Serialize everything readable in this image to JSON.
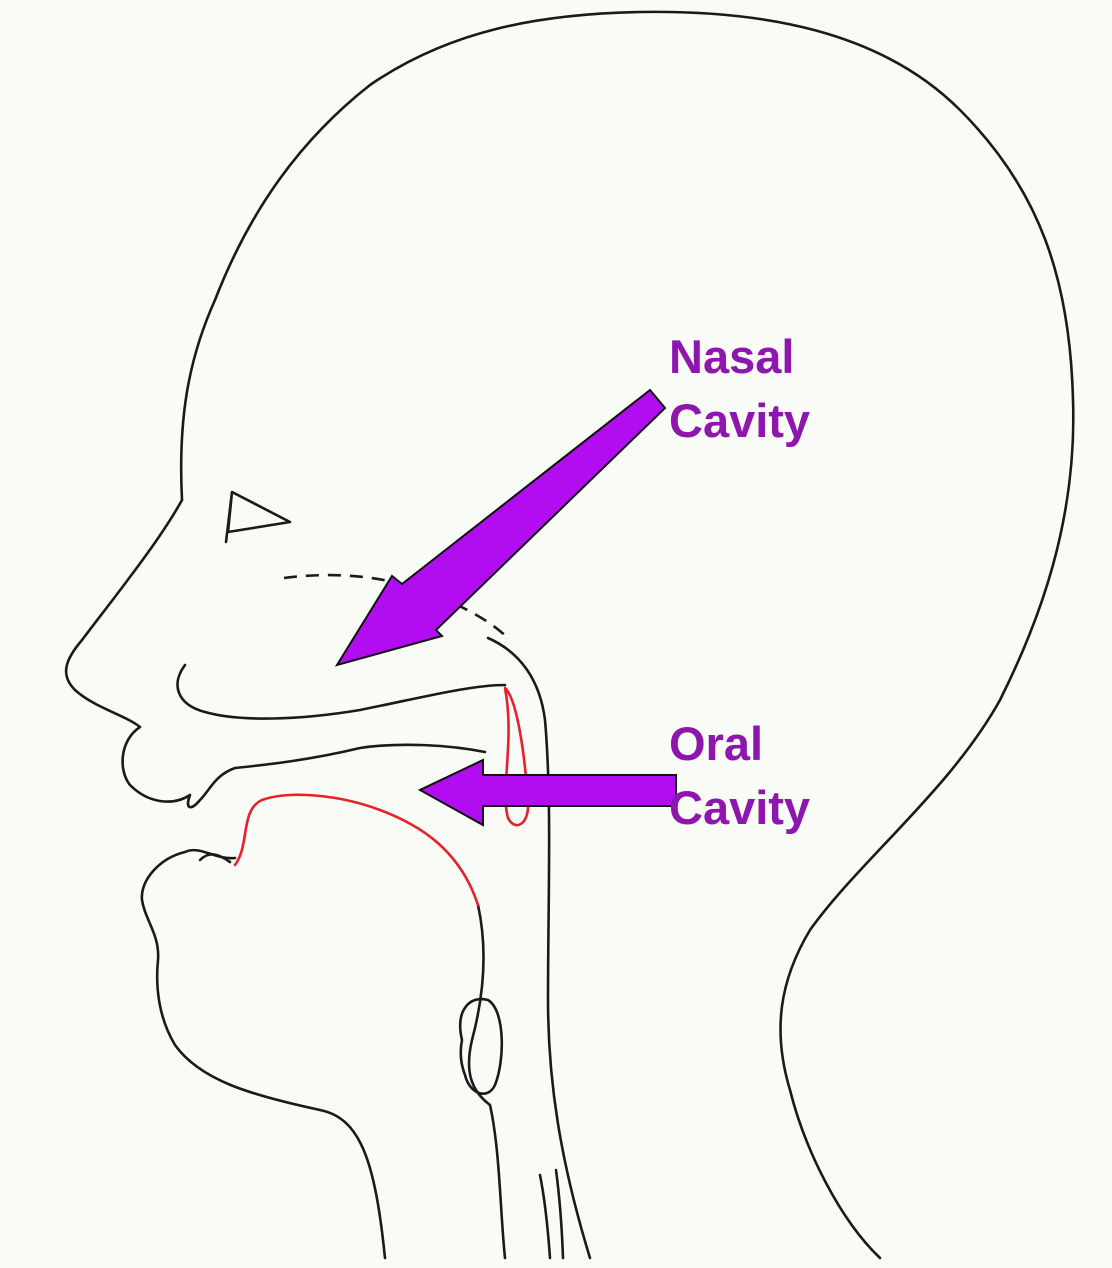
{
  "colors": {
    "background": "#f9fbf7",
    "outline": "#1a1a1a",
    "cavity_highlight": "#e8202a",
    "label": "#8e15ae",
    "arrow_fill": "#b10df0"
  },
  "labels": {
    "nasal": {
      "line1": "Nasal",
      "line2": "Cavity"
    },
    "oral": {
      "line1": "Oral",
      "line2": "Cavity"
    }
  }
}
